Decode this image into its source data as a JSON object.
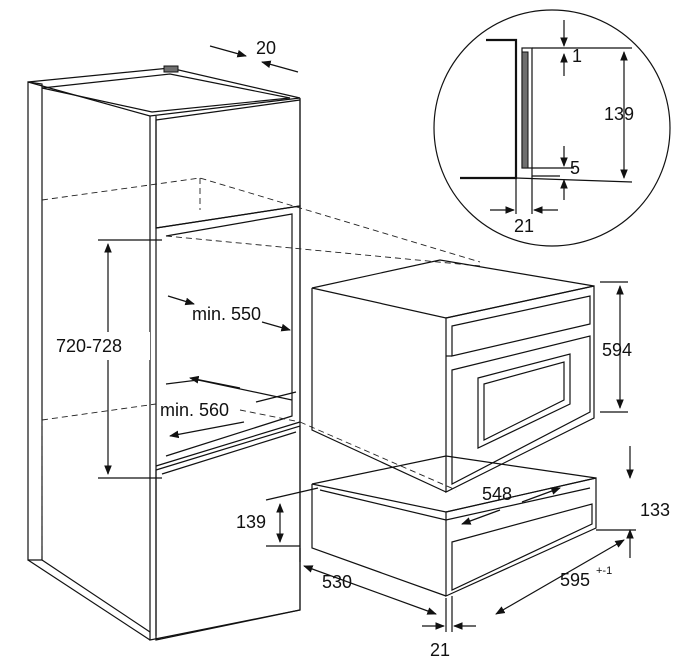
{
  "labels": {
    "top_depth": "20",
    "niche_height": "720-728",
    "min_width": "min. 550",
    "min_depth": "min. 560",
    "drawer_height_side": "139",
    "cabinet_depth": "530",
    "bottom_gap": "21",
    "oven_height": "594",
    "drawer_width_inner": "548",
    "drawer_height": "133",
    "drawer_width": "595",
    "drawer_width_tol": "+-1",
    "detail_top": "1",
    "detail_height": "139",
    "detail_bottom": "5",
    "detail_gap": "21"
  },
  "colors": {
    "line": "#111111",
    "shading": "#6f6f6f",
    "background": "#ffffff"
  }
}
